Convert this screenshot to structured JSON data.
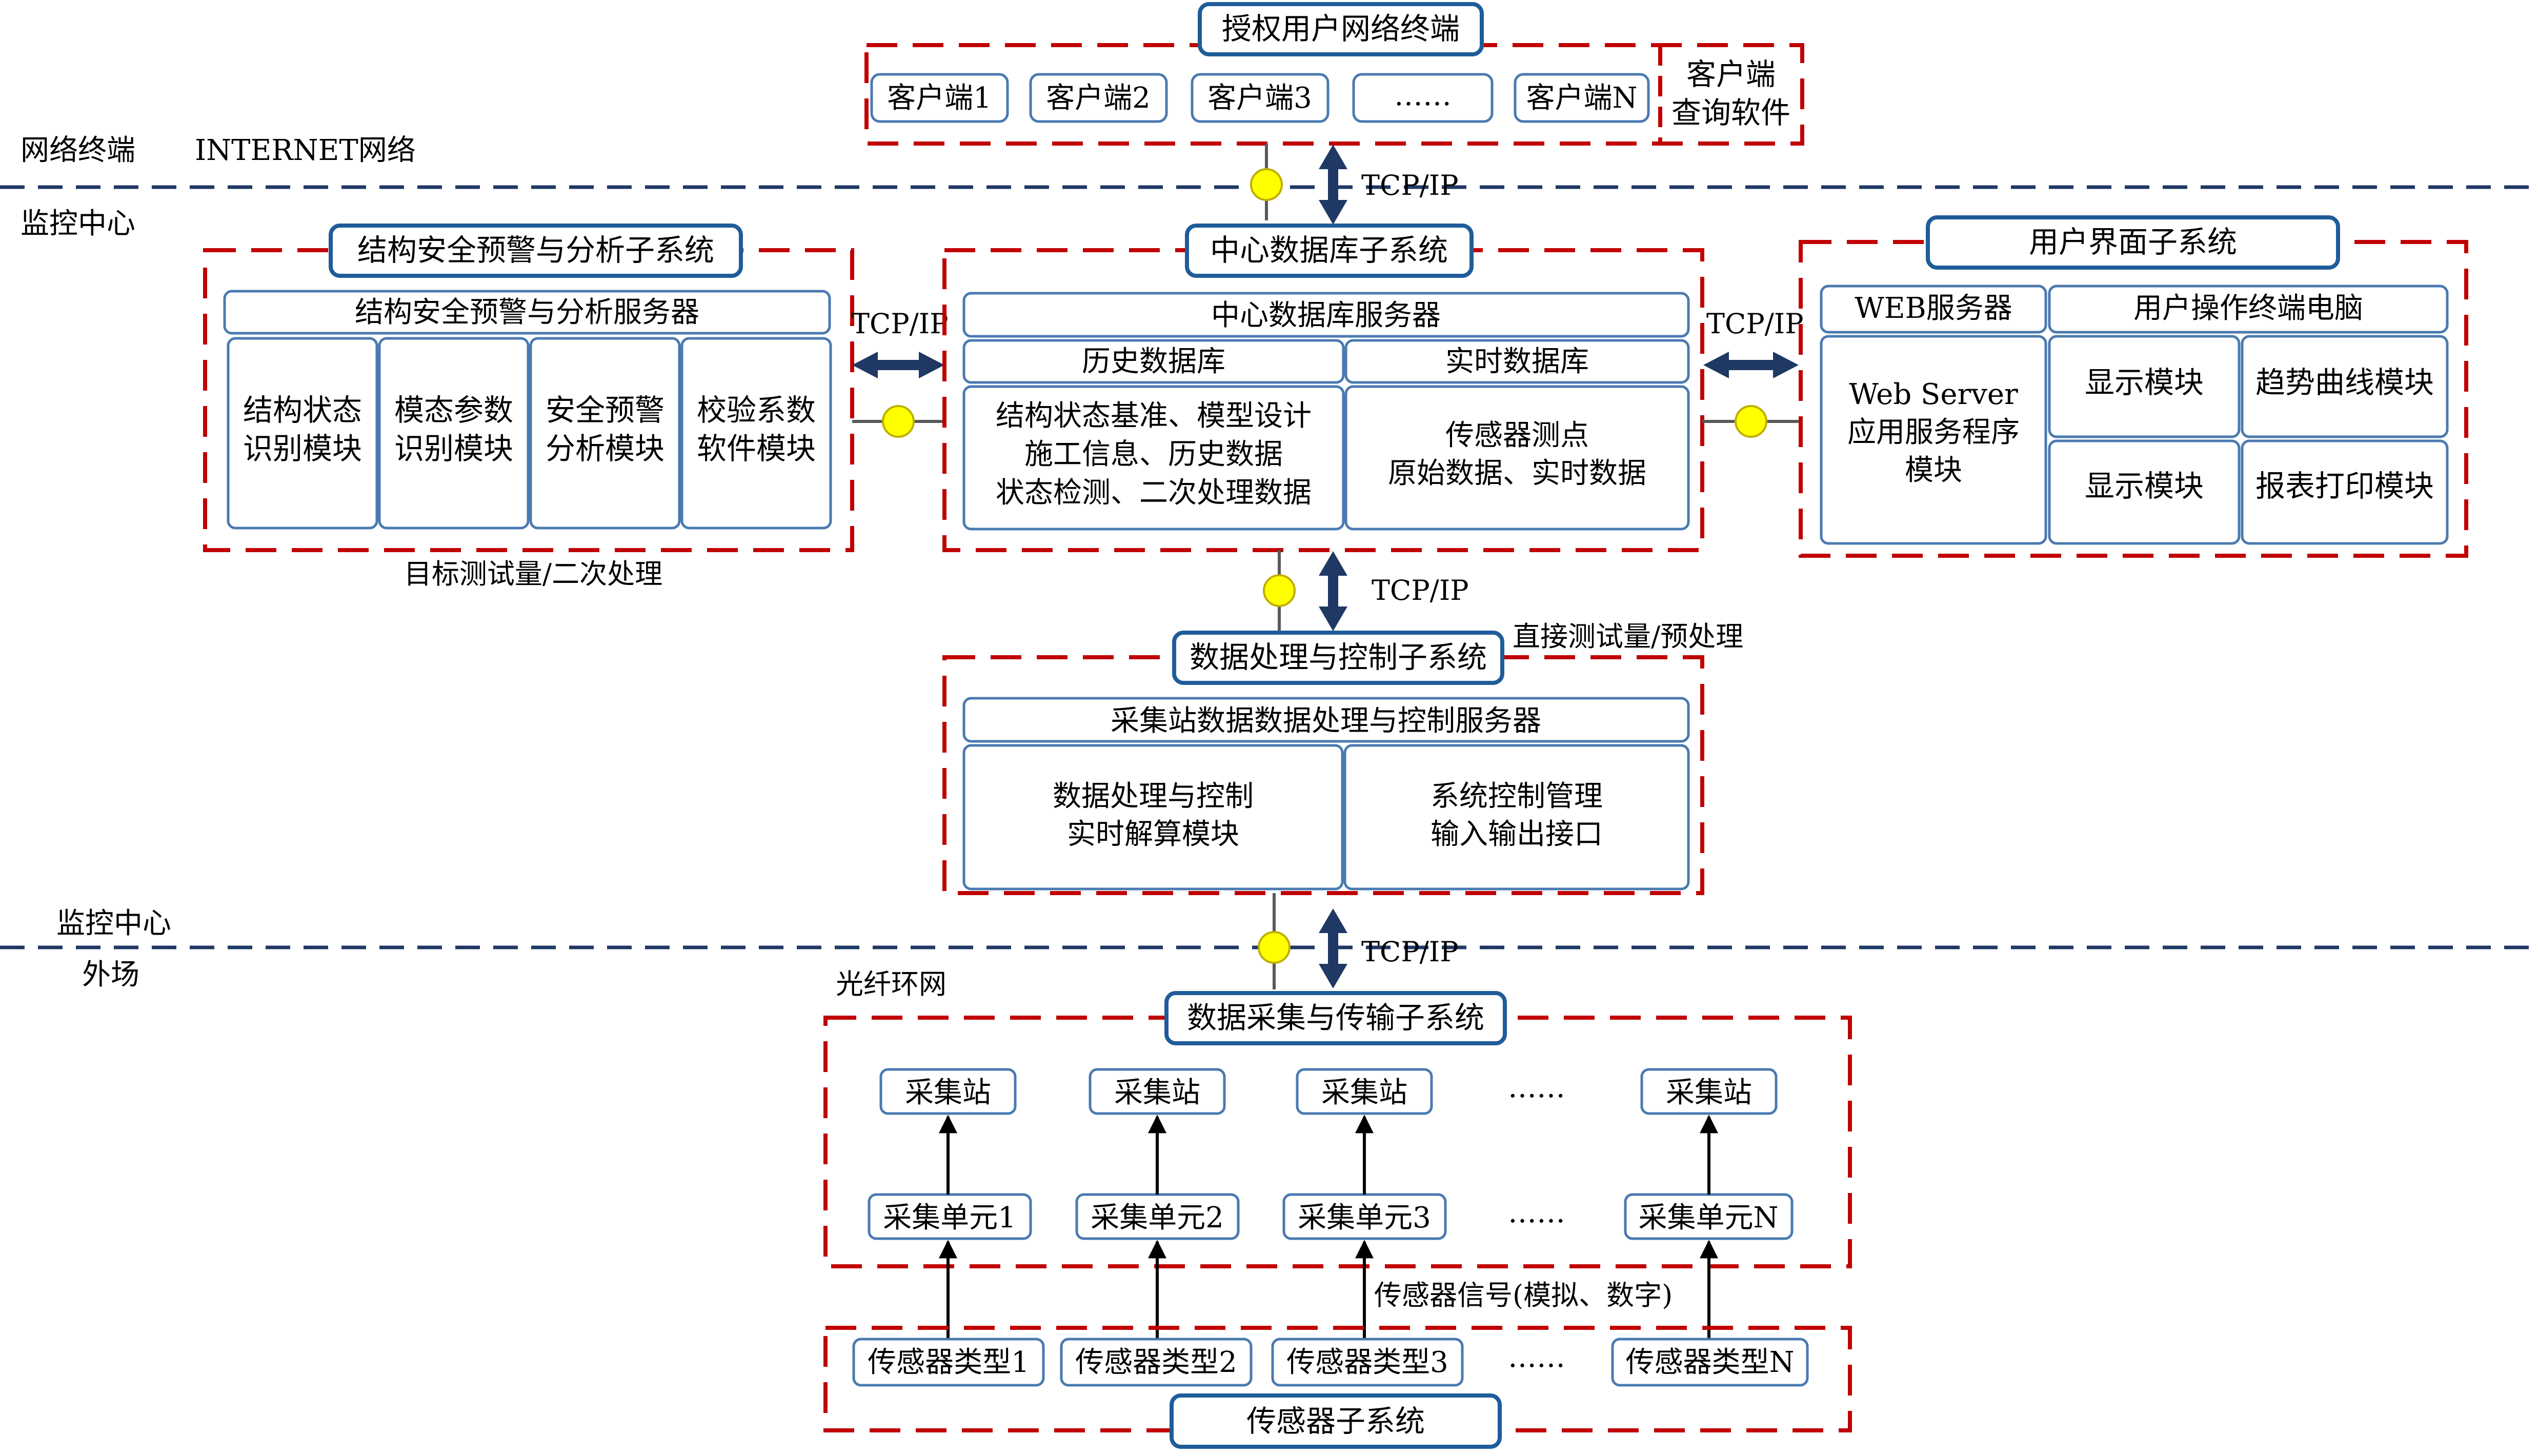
{
  "colors": {
    "frame_red": "#c00000",
    "box_blue": "#4a7ab0",
    "title_blue": "#1f5c99",
    "divider_navy": "#1f3864",
    "arrow_navy": "#1f3864",
    "connector_yellow": "#ffff00"
  },
  "zones": {
    "terminal": "网络终端",
    "internet": "INTERNET网络",
    "center_top": "监控中心",
    "center_bottom": "监控中心",
    "field": "外场"
  },
  "protocol": "TCP/IP",
  "terminal_subsystem": {
    "title": "授权用户网络终端",
    "clients": [
      "客户端1",
      "客户端2",
      "客户端3",
      "……",
      "客户端N"
    ],
    "query_software": [
      "客户端",
      "查询软件"
    ]
  },
  "structure_subsystem": {
    "title": "结构安全预警与分析子系统",
    "server": "结构安全预警与分析服务器",
    "modules": [
      [
        "结构状态",
        "识别模块"
      ],
      [
        "模态参数",
        "识别模块"
      ],
      [
        "安全预警",
        "分析模块"
      ],
      [
        "校验系数",
        "软件模块"
      ]
    ],
    "note": "目标测试量/二次处理"
  },
  "database_subsystem": {
    "title": "中心数据库子系统",
    "server": "中心数据库服务器",
    "history_db": "历史数据库",
    "realtime_db": "实时数据库",
    "history_content": [
      "结构状态基准、模型设计",
      "施工信息、历史数据",
      "状态检测、二次处理数据"
    ],
    "realtime_content": [
      "传感器测点",
      "原始数据、实时数据"
    ]
  },
  "ui_subsystem": {
    "title": "用户界面子系统",
    "web_server": "WEB服务器",
    "terminal_pc": "用户操作终端电脑",
    "web_app": [
      "Web Server",
      "应用服务程序",
      "模块"
    ],
    "modules": [
      "显示模块",
      "趋势曲线模块",
      "显示模块",
      "报表打印模块"
    ]
  },
  "processing_subsystem": {
    "title": "数据处理与控制子系统",
    "server": "采集站数据数据处理与控制服务器",
    "left_module": [
      "数据处理与控制",
      "实时解算模块"
    ],
    "right_module": [
      "系统控制管理",
      "输入输出接口"
    ],
    "note": "直接测试量/预处理"
  },
  "acquisition_subsystem": {
    "network": "光纤环网",
    "title": "数据采集与传输子系统",
    "stations": [
      "采集站",
      "采集站",
      "采集站",
      "……",
      "采集站"
    ],
    "units": [
      "采集单元1",
      "采集单元2",
      "采集单元3",
      "……",
      "采集单元N"
    ],
    "signal_note": "传感器信号(模拟、数字)"
  },
  "sensor_subsystem": {
    "title": "传感器子系统",
    "types": [
      "传感器类型1",
      "传感器类型2",
      "传感器类型3",
      "……",
      "传感器类型N"
    ]
  }
}
